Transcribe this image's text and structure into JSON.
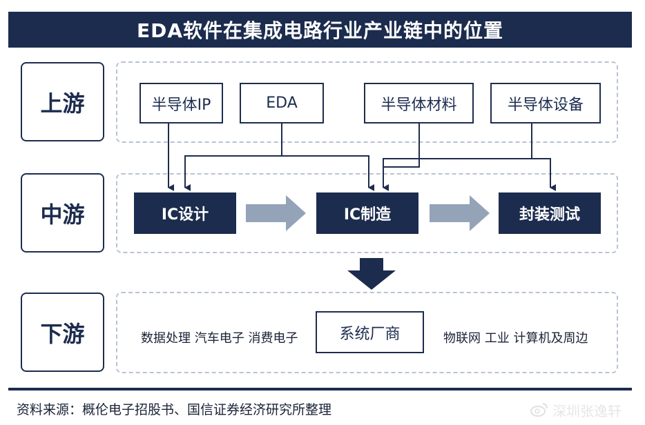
{
  "title": "EDA软件在集成电路行业产业链中的位置",
  "tiers": {
    "upstream": "上游",
    "midstream": "中游",
    "downstream": "下游"
  },
  "upstream_boxes": [
    "半导体IP",
    "EDA",
    "半导体材料",
    "半导体设备"
  ],
  "midstream_boxes": [
    "IC设计",
    "IC制造",
    "封装测试"
  ],
  "downstream": {
    "left_items": "数据处理 汽车电子  消费电子",
    "center": "系统厂商",
    "right_items": "物联网  工业  计算机及周边"
  },
  "source": "资料来源：概伦电子招股书、国信证券经济研究所整理",
  "watermark": "深圳张逸轩",
  "colors": {
    "navy": "#1c2c4e",
    "arrow_gray": "#94a3b8",
    "dash": "#b8c2d4"
  }
}
